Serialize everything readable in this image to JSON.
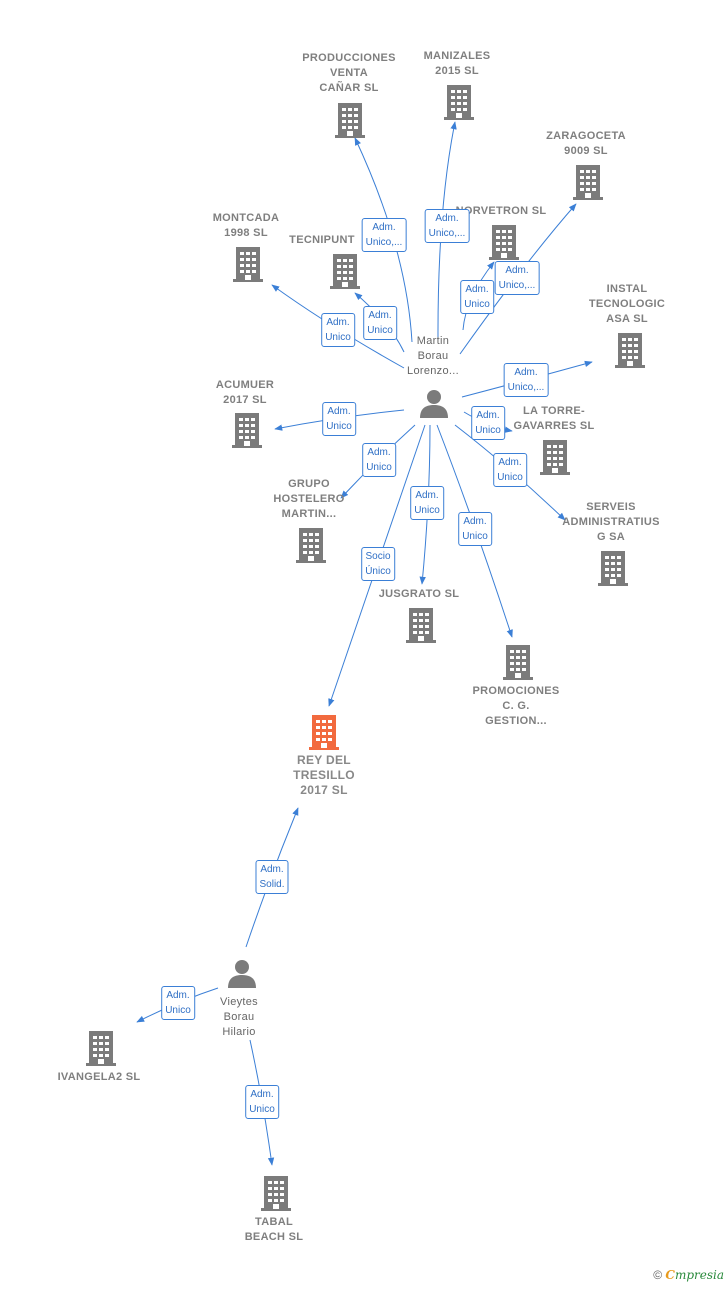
{
  "colors": {
    "edge": "#3b7fd6",
    "node": "#7b7b7b",
    "focus": "#f26a3e"
  },
  "nodes": [
    {
      "id": "martin",
      "kind": "person",
      "lines": [
        "Martin",
        "Borau",
        "Lorenzo..."
      ]
    },
    {
      "id": "vieytes",
      "kind": "person",
      "lines": [
        "Vieytes",
        "Borau",
        "Hilario"
      ]
    },
    {
      "id": "rey",
      "kind": "company",
      "focus": true,
      "lines": [
        "REY DEL",
        "TRESILLO",
        "2017  SL"
      ]
    },
    {
      "id": "produc",
      "kind": "company",
      "lines": [
        "PRODUCCIONES",
        "VENTA",
        "CAÑAR  SL"
      ]
    },
    {
      "id": "maniz",
      "kind": "company",
      "lines": [
        "MANIZALES",
        "2015  SL"
      ]
    },
    {
      "id": "zarag",
      "kind": "company",
      "lines": [
        "ZARAGOCETA",
        "9009  SL"
      ]
    },
    {
      "id": "norve",
      "kind": "company",
      "lines": [
        "NORVETRON SL"
      ]
    },
    {
      "id": "montc",
      "kind": "company",
      "lines": [
        "MONTCADA",
        "1998 SL"
      ]
    },
    {
      "id": "tecnip",
      "kind": "company",
      "lines": [
        "TECNIPUNT"
      ]
    },
    {
      "id": "instal",
      "kind": "company",
      "lines": [
        "INSTAL",
        "TECNOLOGIC",
        "ASA SL"
      ]
    },
    {
      "id": "acum",
      "kind": "company",
      "lines": [
        "ACUMUER",
        "2017  SL"
      ]
    },
    {
      "id": "torre",
      "kind": "company",
      "lines": [
        "LA TORRE-",
        "GAVARRES SL"
      ]
    },
    {
      "id": "grupo",
      "kind": "company",
      "lines": [
        "GRUPO",
        "HOSTELERO",
        "MARTIN..."
      ]
    },
    {
      "id": "serv",
      "kind": "company",
      "lines": [
        "SERVEIS",
        "ADMINISTRATIUS",
        "G SA"
      ]
    },
    {
      "id": "jusg",
      "kind": "company",
      "lines": [
        "JUSGRATO  SL"
      ]
    },
    {
      "id": "promo",
      "kind": "company",
      "lines": [
        "PROMOCIONES",
        "C. G.",
        "GESTION..."
      ]
    },
    {
      "id": "ivang",
      "kind": "company",
      "lines": [
        "IVANGELA2 SL"
      ]
    },
    {
      "id": "tabal",
      "kind": "company",
      "lines": [
        "TABAL",
        "BEACH  SL"
      ]
    }
  ],
  "edges": [
    {
      "from": "martin",
      "to": "produc",
      "label": [
        "Adm.",
        "Unico,..."
      ]
    },
    {
      "from": "martin",
      "to": "maniz",
      "label": [
        "Adm.",
        "Unico,..."
      ]
    },
    {
      "from": "martin",
      "to": "zarag",
      "label": [
        "Adm.",
        "Unico,..."
      ]
    },
    {
      "from": "martin",
      "to": "norve",
      "label": [
        "Adm.",
        "Unico"
      ]
    },
    {
      "from": "martin",
      "to": "montc",
      "label": [
        "Adm.",
        "Unico"
      ]
    },
    {
      "from": "martin",
      "to": "tecnip",
      "label": [
        "Adm.",
        "Unico"
      ]
    },
    {
      "from": "martin",
      "to": "instal",
      "label": [
        "Adm.",
        "Unico,..."
      ]
    },
    {
      "from": "martin",
      "to": "acum",
      "label": [
        "Adm.",
        "Unico"
      ]
    },
    {
      "from": "martin",
      "to": "torre",
      "label": [
        "Adm.",
        "Unico"
      ]
    },
    {
      "from": "martin",
      "to": "grupo",
      "label": [
        "Adm.",
        "Unico"
      ]
    },
    {
      "from": "martin",
      "to": "serv",
      "label": [
        "Adm.",
        "Unico"
      ]
    },
    {
      "from": "martin",
      "to": "jusg",
      "label": [
        "Adm.",
        "Unico"
      ]
    },
    {
      "from": "martin",
      "to": "promo",
      "label": [
        "Adm.",
        "Unico"
      ]
    },
    {
      "from": "martin",
      "to": "rey",
      "label": [
        "Socio",
        "Único"
      ]
    },
    {
      "from": "vieytes",
      "to": "rey",
      "label": [
        "Adm.",
        "Solid."
      ]
    },
    {
      "from": "vieytes",
      "to": "ivang",
      "label": [
        "Adm.",
        "Unico"
      ]
    },
    {
      "from": "vieytes",
      "to": "tabal",
      "label": [
        "Adm.",
        "Unico"
      ]
    }
  ],
  "footer": {
    "copyright": "©",
    "brand_first": "C",
    "brand_rest": "mpresia"
  }
}
